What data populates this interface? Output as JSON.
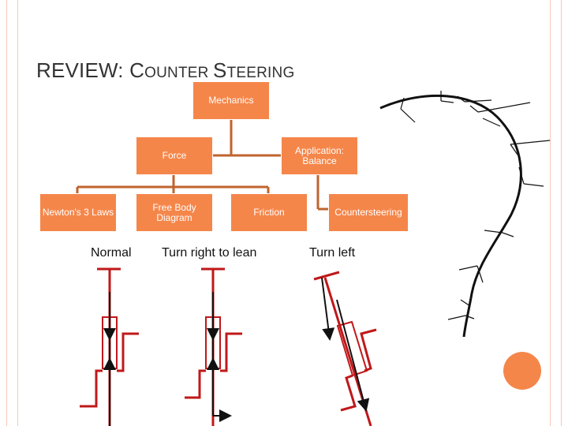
{
  "slide": {
    "title_first": "REVIEW: C",
    "title_rest1": "OUNTER ",
    "title_s": "S",
    "title_rest2": "TEERING"
  },
  "tree": {
    "mechanics": "Mechanics",
    "force": "Force",
    "application": "Application: Balance",
    "newtons": "Newton's 3 Laws",
    "free_body": "Free Body Diagram",
    "friction": "Friction",
    "countersteering": "Countersteering"
  },
  "captions": {
    "normal": "Normal",
    "turn_right": "Turn right to lean",
    "turn_left": "Turn left"
  },
  "colors": {
    "accent": "#f5864a",
    "connector": "#c0642e",
    "border": "#f6c8b8",
    "tire": "#c0181a",
    "force_line": "#111111"
  }
}
